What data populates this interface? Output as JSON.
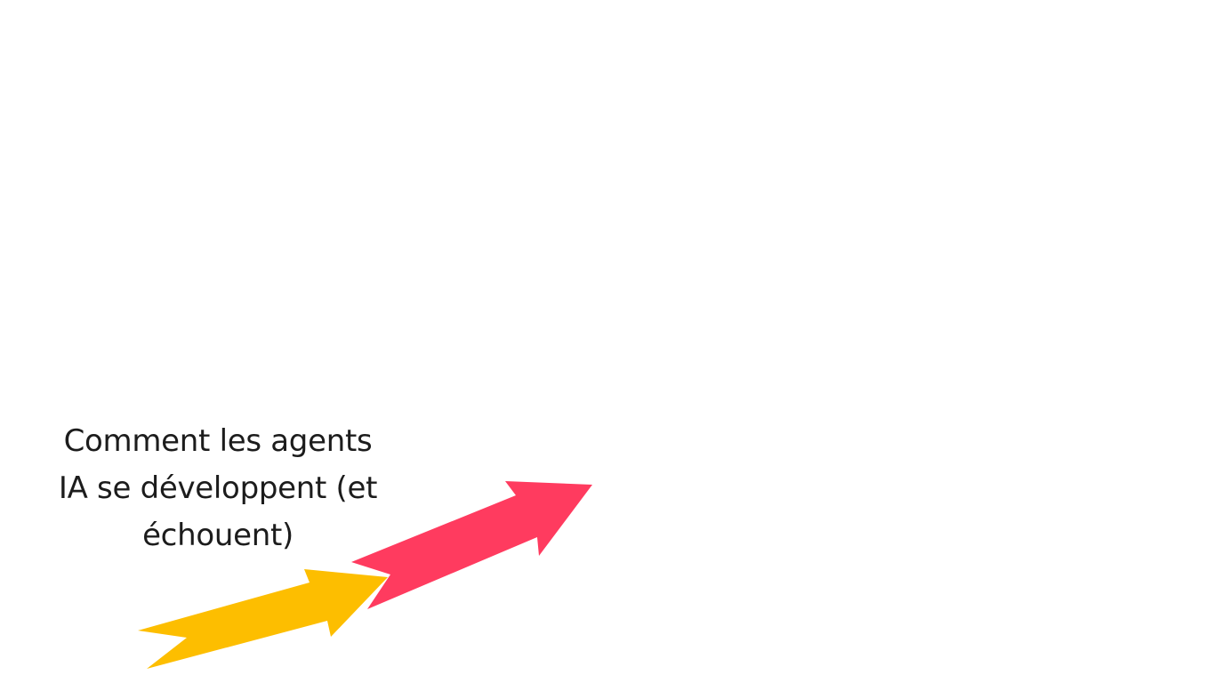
{
  "slide": {
    "title_lines": [
      "Comment les agents",
      "IA se développent (et",
      "échouent)"
    ]
  },
  "colors": {
    "background": "#ffffff",
    "text": "#1c1c1c",
    "arrow_yellow": "#FDBE00",
    "arrow_red": "#FF3B5F"
  },
  "icons": {
    "yellow_arrow": "arrow-up-right-icon",
    "red_arrow": "arrow-up-right-icon"
  }
}
